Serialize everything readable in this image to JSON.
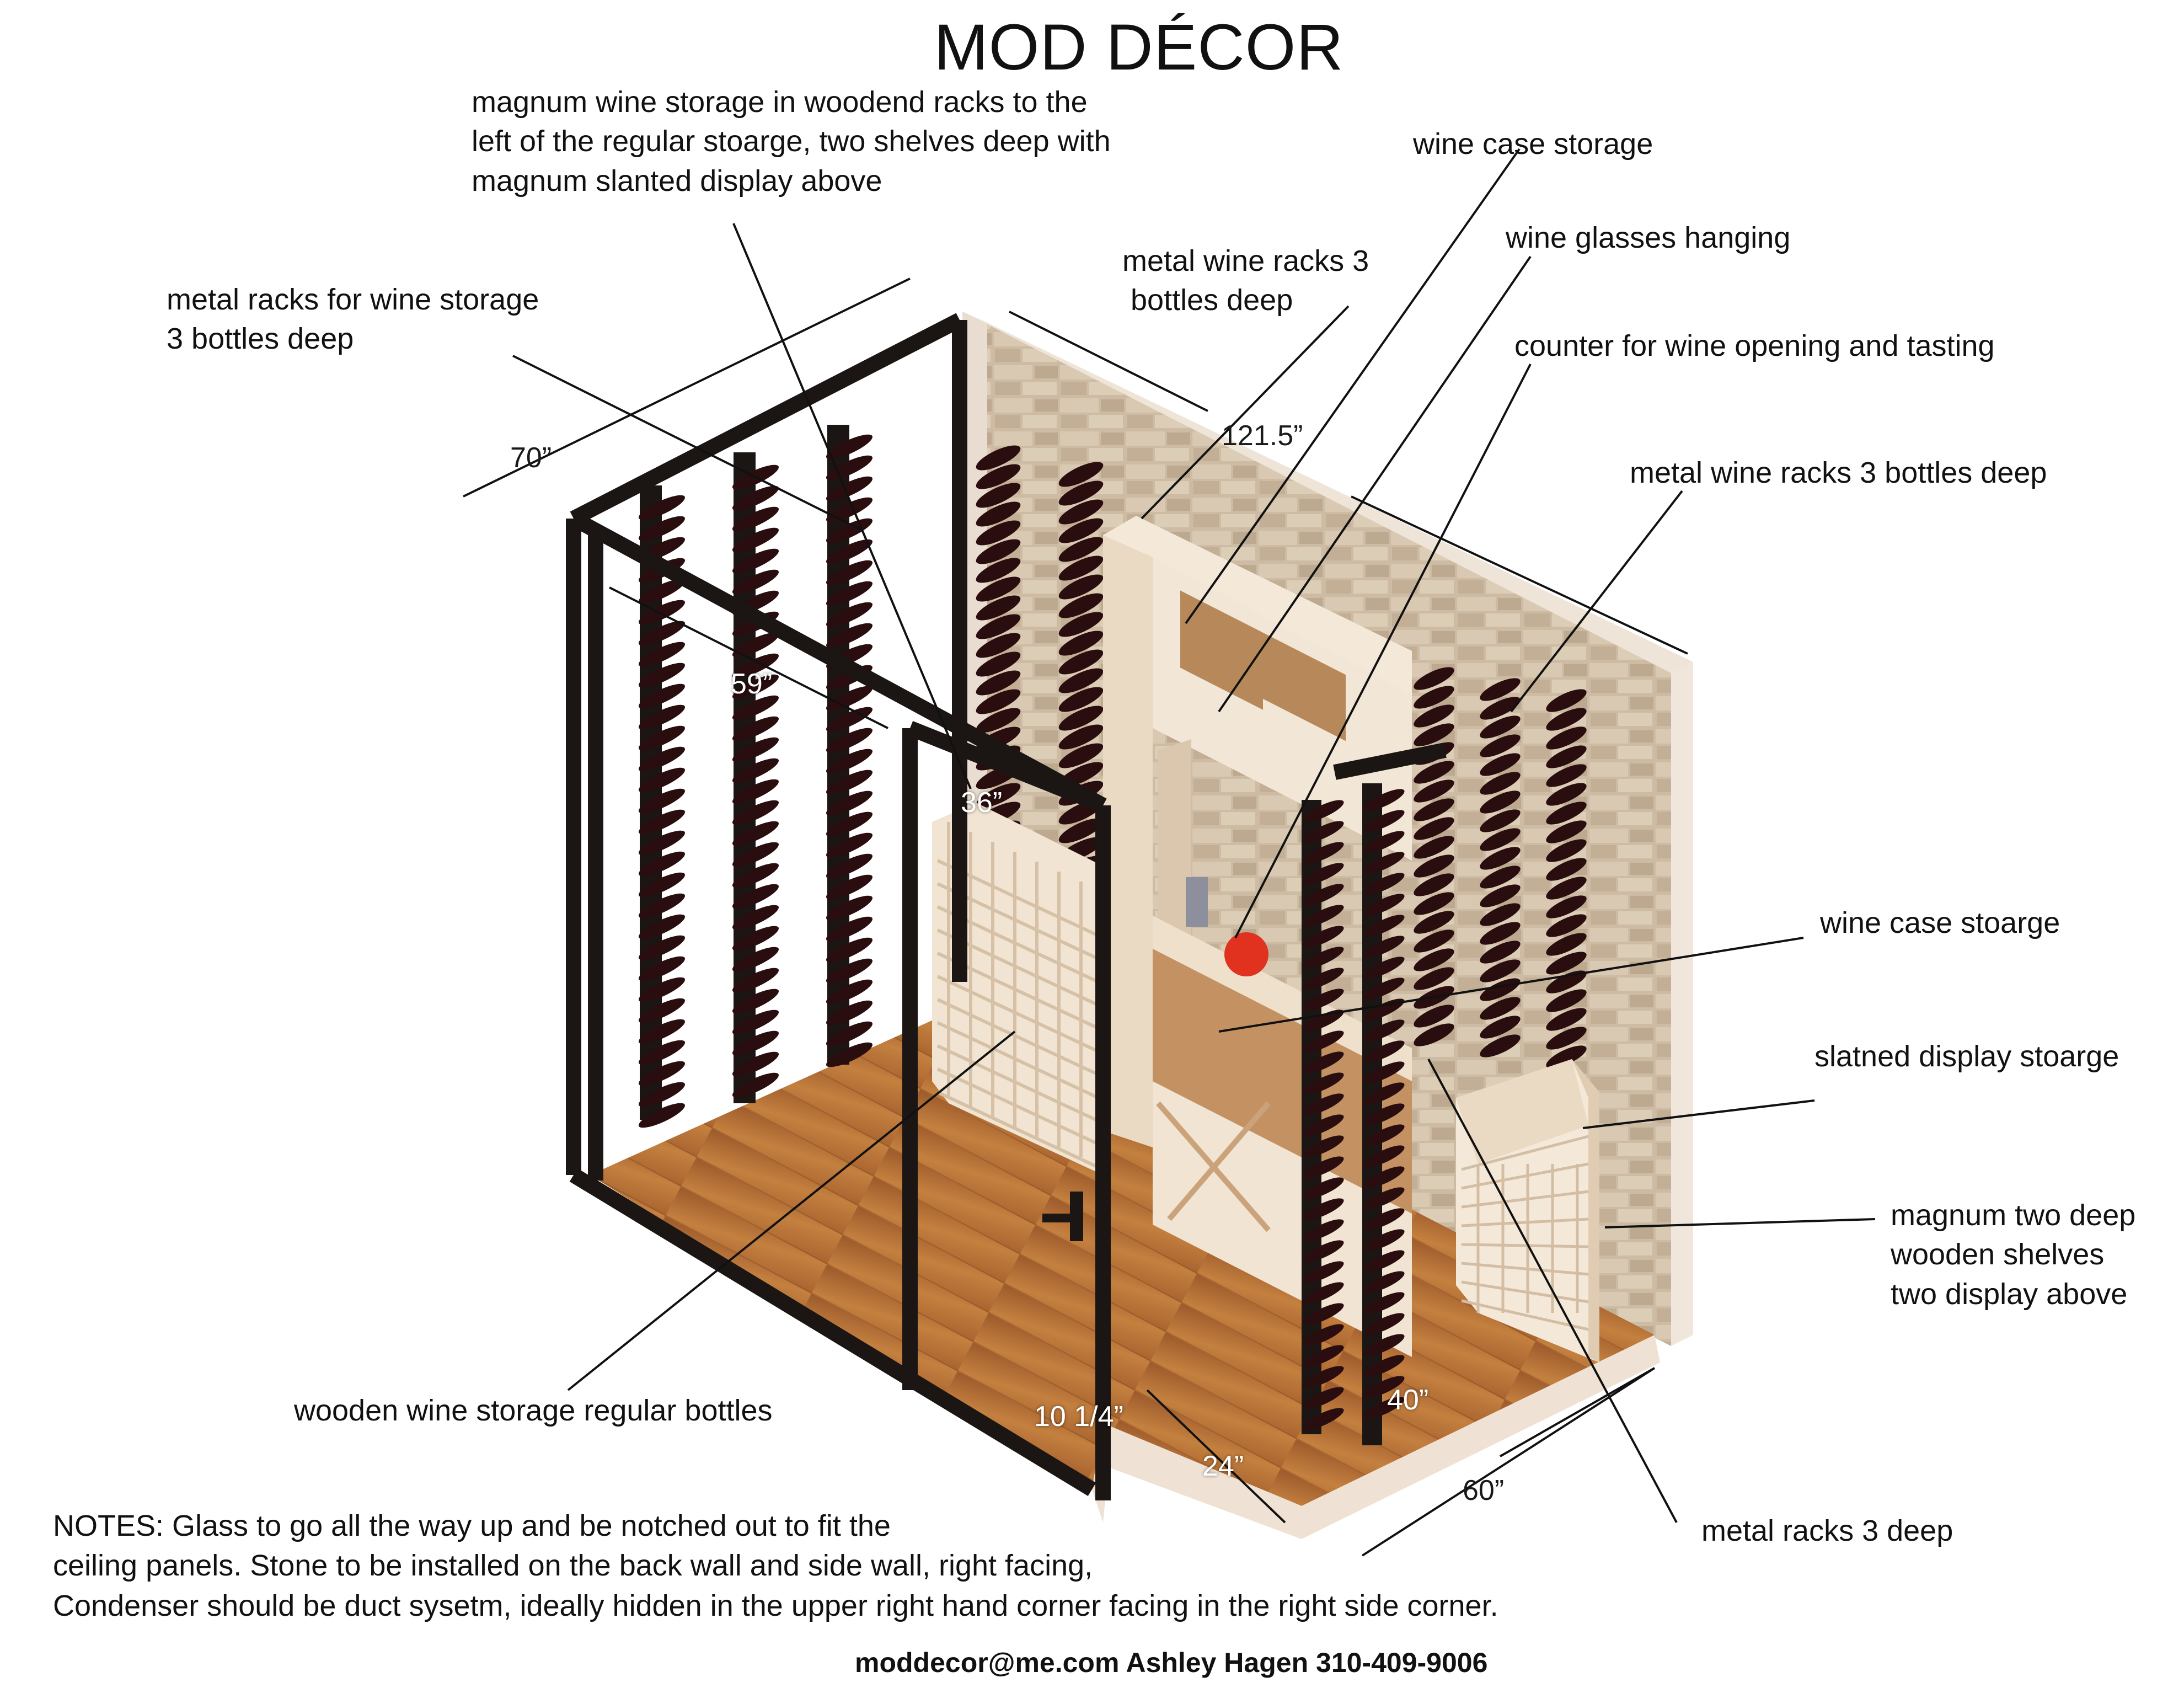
{
  "title": "MOD DÉCOR",
  "callouts": {
    "magnum_wood": [
      "magnum wine storage in woodend racks to the",
      "left of the regular stoarge, two shelves deep with",
      "magnum slanted display above"
    ],
    "wine_case_top": "wine case storage",
    "metal_racks_left": [
      "metal racks for wine storage",
      "3 bottles deep"
    ],
    "metal_racks_back": [
      "metal wine racks 3",
      " bottles deep"
    ],
    "wine_glasses": "wine glasses hanging",
    "counter": "counter for wine opening and tasting",
    "metal_racks_right": "metal wine racks 3 bottles deep",
    "wine_case_lower": "wine case stoarge",
    "slanted_display": "slatned display stoarge",
    "magnum_two_deep": [
      "magnum two deep",
      "wooden shelves",
      "two display above"
    ],
    "wooden_regular": "wooden wine storage regular bottles",
    "metal_3_deep": "metal racks 3 deep"
  },
  "dimensions": {
    "d70": "70”",
    "d121": "121.5”",
    "d59": "59”",
    "d36": "36”",
    "d10": "10 1/4”",
    "d24": "24”",
    "d60": "60”",
    "d40": "40”"
  },
  "notes": [
    "NOTES: Glass to go all the way up and be notched out to fit the",
    "ceiling panels. Stone to be installed on the back wall and side wall, right facing,",
    "Condenser should be duct sysetm, ideally hidden in the upper right hand corner facing in the right side corner."
  ],
  "contact": "moddecor@me.com Ashley Hagen 310-409-9006",
  "colors": {
    "frame": "#1b1613",
    "floor": "#b8733f",
    "stone": "#cdbba3",
    "wood_rack": "#efe0cc",
    "bottle": "#2a0d0f",
    "red_object": "#e0321f"
  }
}
